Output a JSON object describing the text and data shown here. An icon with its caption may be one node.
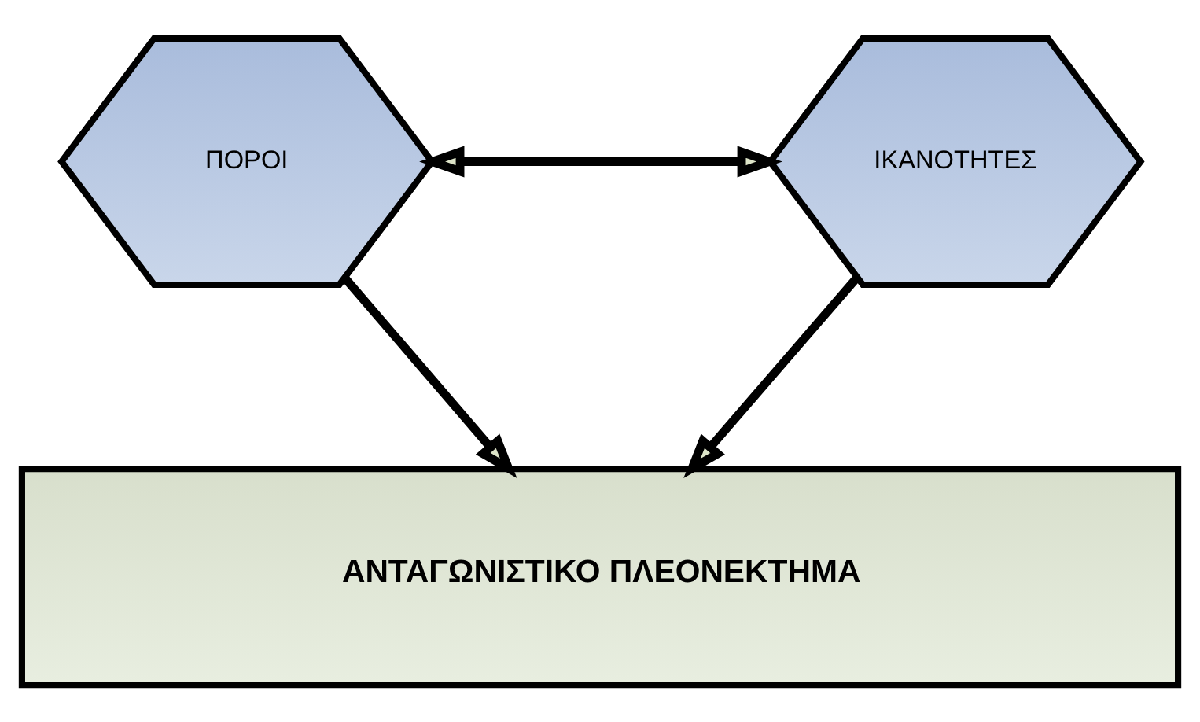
{
  "diagram": {
    "nodes": [
      {
        "text": [
          "ΠΟΡΟΙ"
        ]
      },
      {
        "text": [
          "ΙΚΑΝΟΤΗΤΕΣ"
        ]
      },
      {
        "text": [
          "ΑΝΤΑΓΩΝΙΣΤΙΚΟ ΠΛΕΟΝΕΚΤΗΜΑ"
        ]
      }
    ],
    "edges": [
      {
        "from": 0,
        "to": 1,
        "arrow": "both"
      },
      {
        "from": 0,
        "to": 2,
        "arrow": "to"
      },
      {
        "from": 1,
        "to": 2,
        "arrow": "to"
      }
    ]
  }
}
